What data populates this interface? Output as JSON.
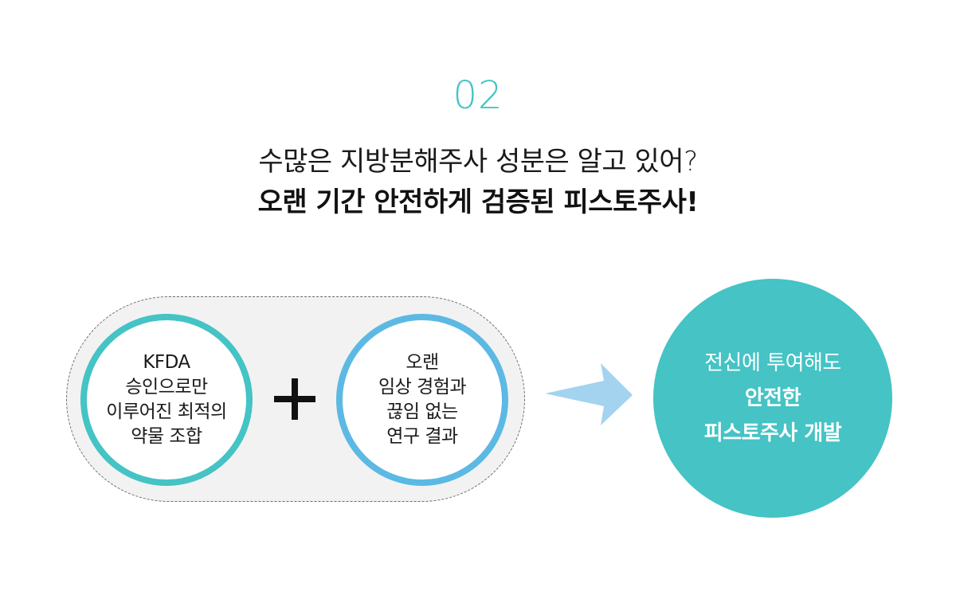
{
  "step_number": "02",
  "heading": {
    "line1": "수많은 지방분해주사 성분은 알고 있어?",
    "line2": "오랜 기간 안전하게 검증된 피스토주사!"
  },
  "left_circle": {
    "lines": [
      "KFDA",
      "승인으로만",
      "이루어진 최적의",
      "약물 조합"
    ]
  },
  "middle_circle": {
    "lines": [
      "오랜",
      "임상 경험과",
      "끊임 없는",
      "연구 결과"
    ]
  },
  "result_circle": {
    "lines": [
      "전신에 투여해도",
      "안전한",
      "피스토주사 개발"
    ]
  },
  "icons": {
    "plus": "plus-icon",
    "arrow": "arrow-right-icon"
  },
  "colors": {
    "accent": "#45c3c5",
    "blue_ring": "#5cb9e3",
    "arrow": "#a3d3ef",
    "pill_bg": "#f2f2f2",
    "text": "#111111"
  }
}
